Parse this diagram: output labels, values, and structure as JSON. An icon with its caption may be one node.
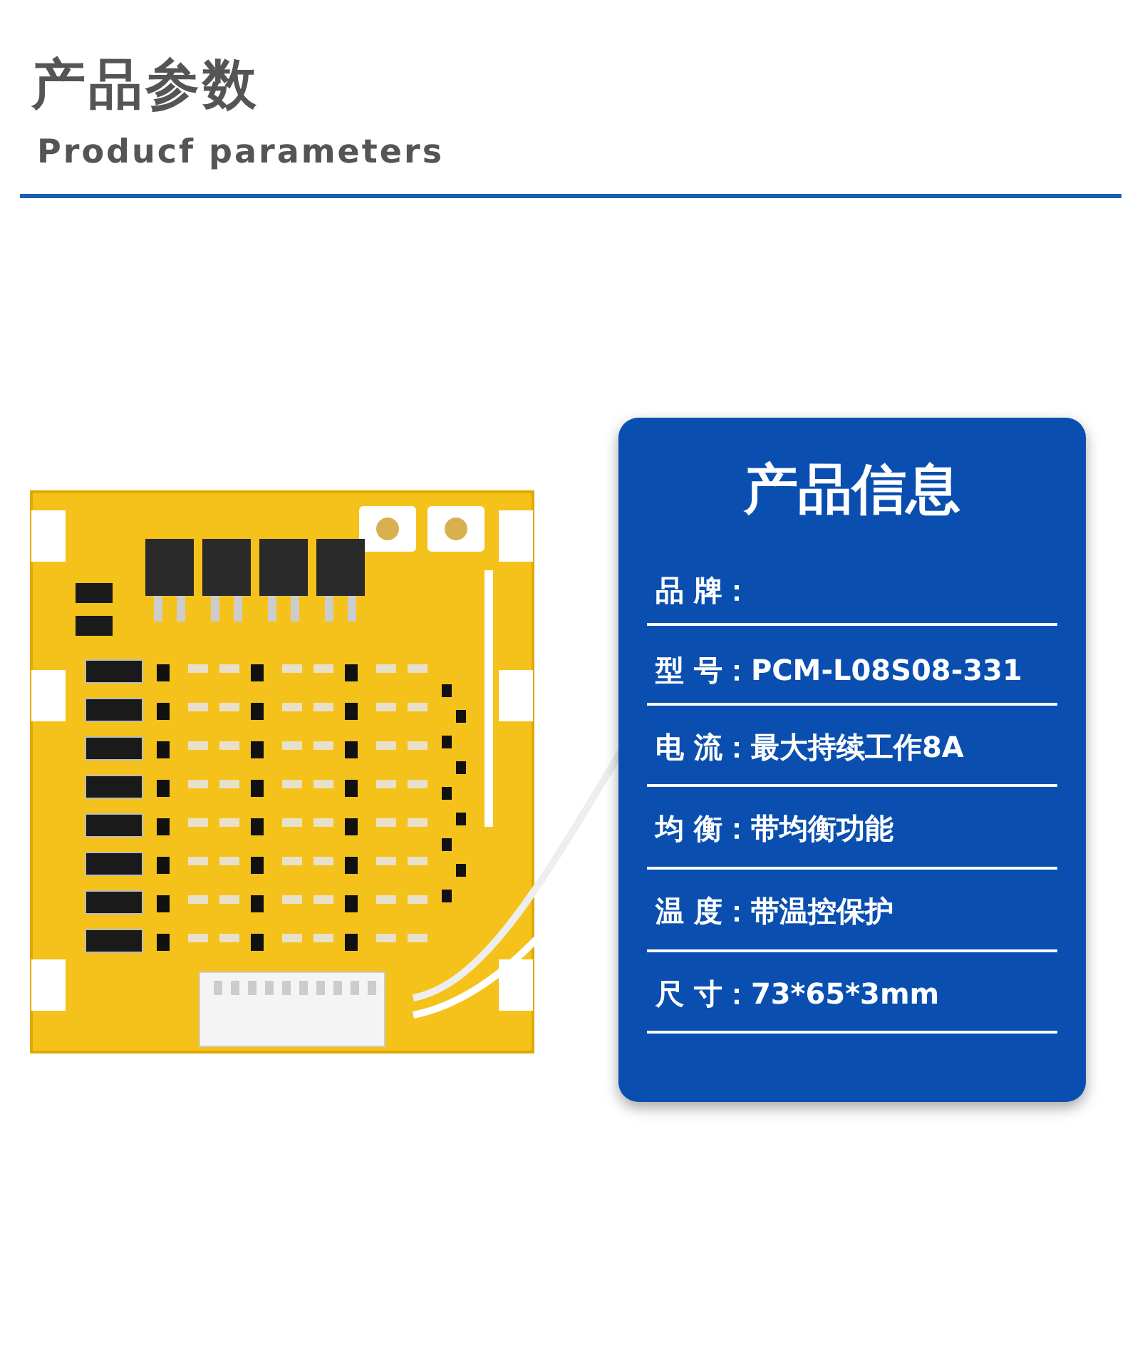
{
  "diagram": {
    "title": "产品参数",
    "nodes": [
      {
        "text": [
          "产品信息"
        ]
      }
    ],
    "labels": [
      "Producf parameters",
      "品 牌：",
      "型 号：PCM-L08S08-331",
      "电 流：最大持续工作8A",
      "均 衡：带均衡功能",
      "温 度：带温控保护",
      "尺 寸：73*65*3mm"
    ]
  }
}
